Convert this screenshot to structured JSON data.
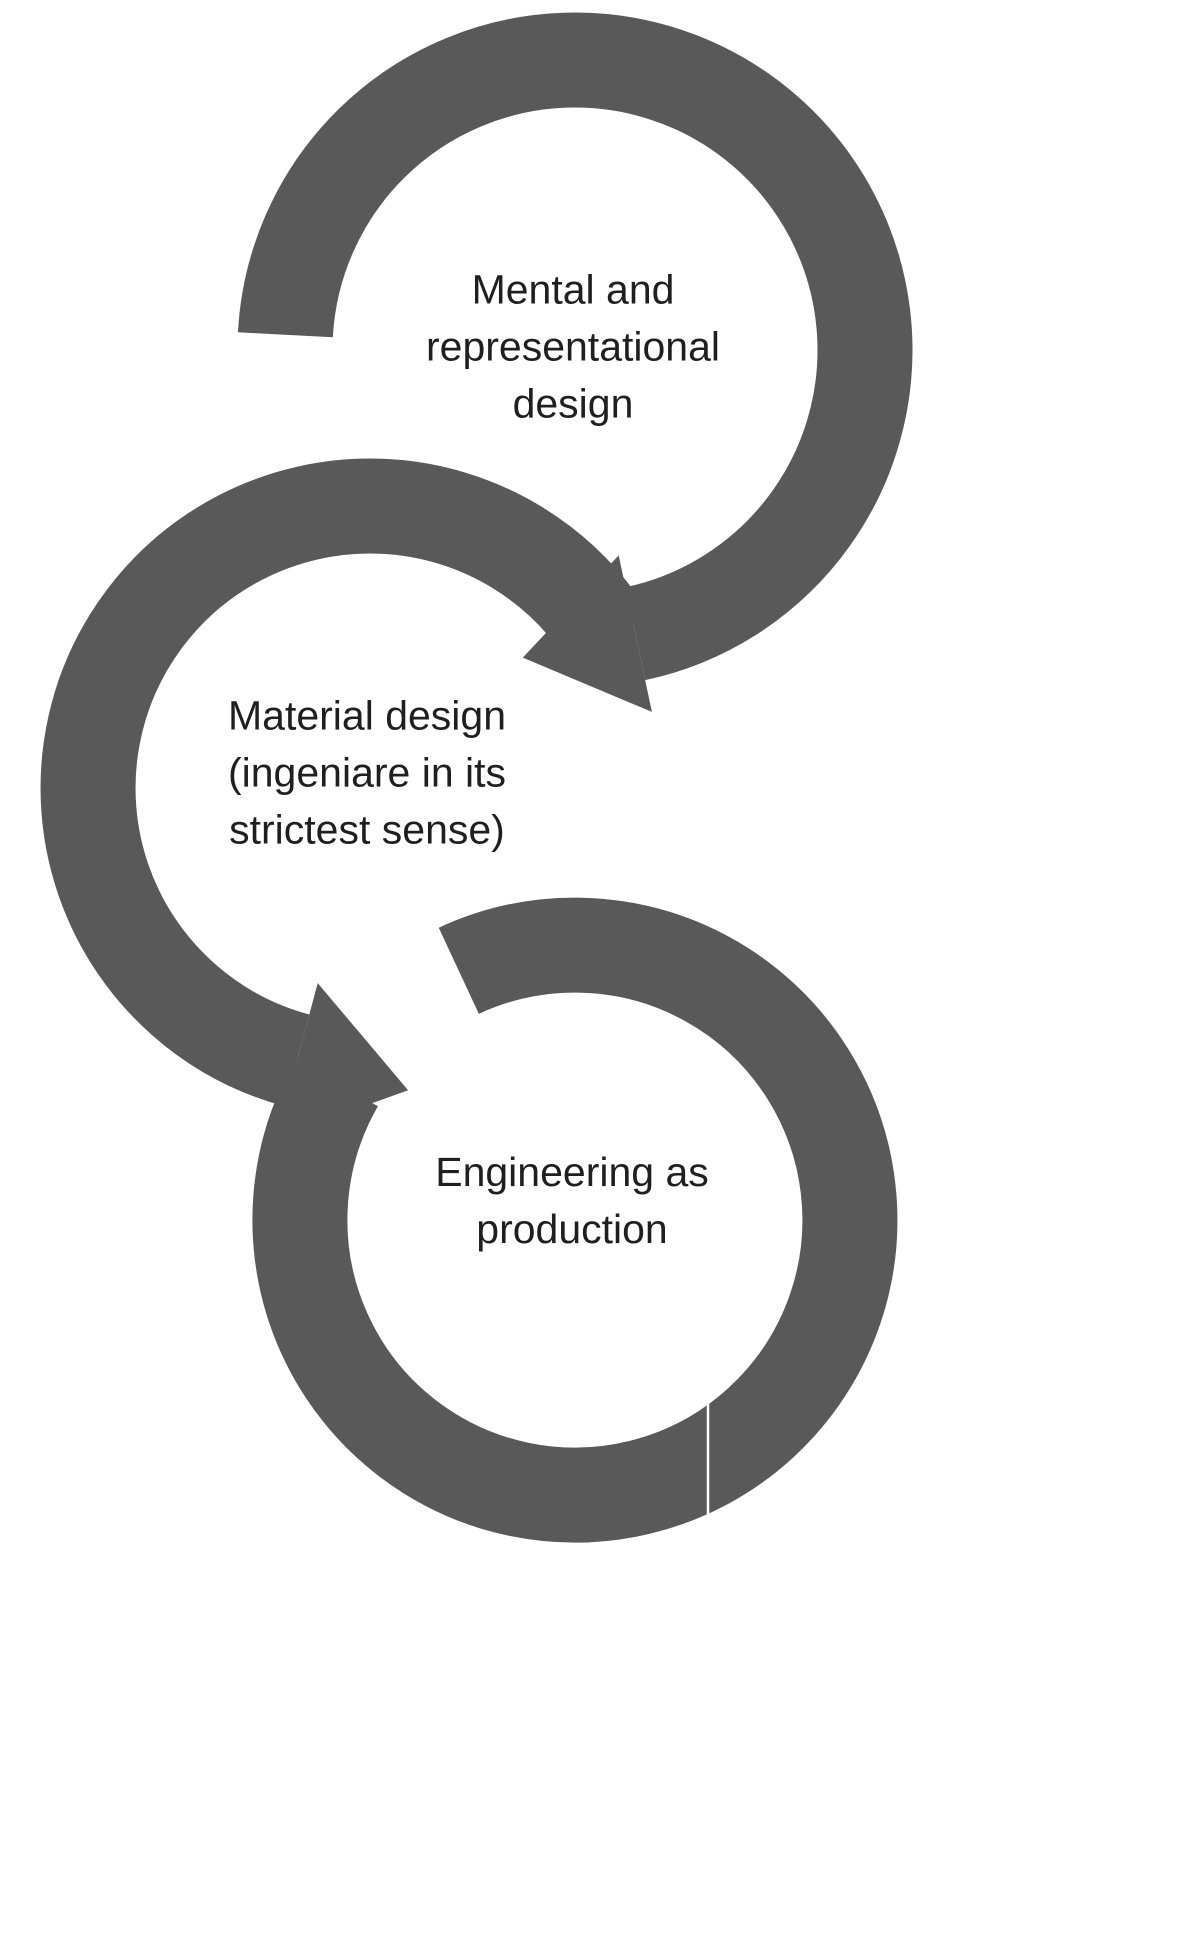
{
  "diagram": {
    "type": "cycle-process",
    "steps": [
      {
        "id": 1,
        "label": "Mental and\nrepresentational\ndesign"
      },
      {
        "id": 2,
        "label": "Material design\n(ingeniare in its\nstrictest sense)"
      },
      {
        "id": 3,
        "label": "Engineering as\nproduction"
      }
    ]
  },
  "colors": {
    "arrow": "#595959",
    "text": "#1f1f1f",
    "background": "#ffffff"
  }
}
